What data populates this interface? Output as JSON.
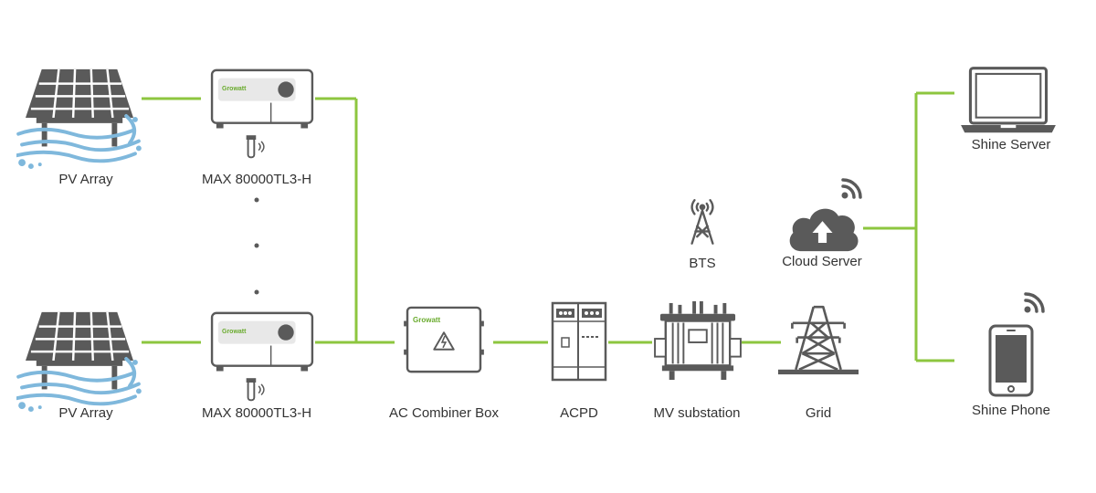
{
  "colors": {
    "link": "#8dc63f",
    "device": "#5a5a5a",
    "wave": "#7fb8dc",
    "brand": "#6aab2e"
  },
  "labels": {
    "pv_array_top": "PV Array",
    "pv_array_bottom": "PV Array",
    "inverter_top": "MAX 80000TL3-H",
    "inverter_bottom": "MAX 80000TL3-H",
    "ac_combiner": "AC Combiner Box",
    "acpd": "ACPD",
    "mv_substation": "MV substation",
    "grid": "Grid",
    "bts": "BTS",
    "cloud_server": "Cloud Server",
    "shine_server": "Shine Server",
    "shine_phone": "Shine Phone"
  },
  "brand_text": "Growatt",
  "icons": [
    "solar-panel-icon",
    "inverter-icon",
    "combiner-box-icon",
    "acpd-cabinet-icon",
    "transformer-icon",
    "pylon-icon",
    "antenna-tower-icon",
    "cloud-upload-icon",
    "wifi-icon",
    "laptop-icon",
    "smartphone-icon"
  ]
}
